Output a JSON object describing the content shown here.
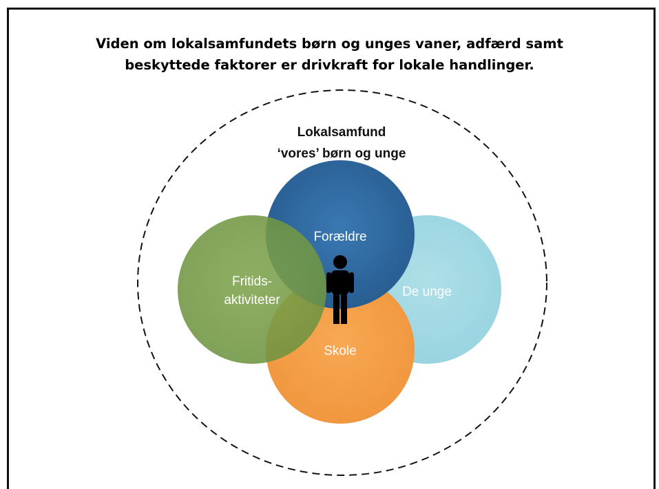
{
  "title": {
    "line1": "Viden om lokalsamfundets børn og unges vaner, adfærd samt",
    "line2": "beskyttede faktorer er drivkraft for lokale handlinger."
  },
  "outer_label": {
    "line1": "Lokalsamfund",
    "line2": "‘vores’ børn og unge"
  },
  "circles": {
    "foraeldre": {
      "label": "Forældre",
      "color": "#1f5f98"
    },
    "de_unge": {
      "label": "De unge",
      "color": "#9fd8e3"
    },
    "skole": {
      "label": "Skole",
      "color": "#f59a3d"
    },
    "fritid": {
      "line1": "Fritids-",
      "line2": "aktiviteter",
      "color": "#6e963a"
    }
  },
  "icons": {
    "center": "person-icon"
  }
}
